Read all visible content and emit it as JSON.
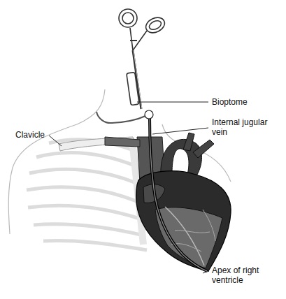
{
  "diagram": {
    "labels": [
      "Bioptome",
      "Internal jugular vein",
      "Clavicle",
      "Apex of right ventricle"
    ]
  }
}
